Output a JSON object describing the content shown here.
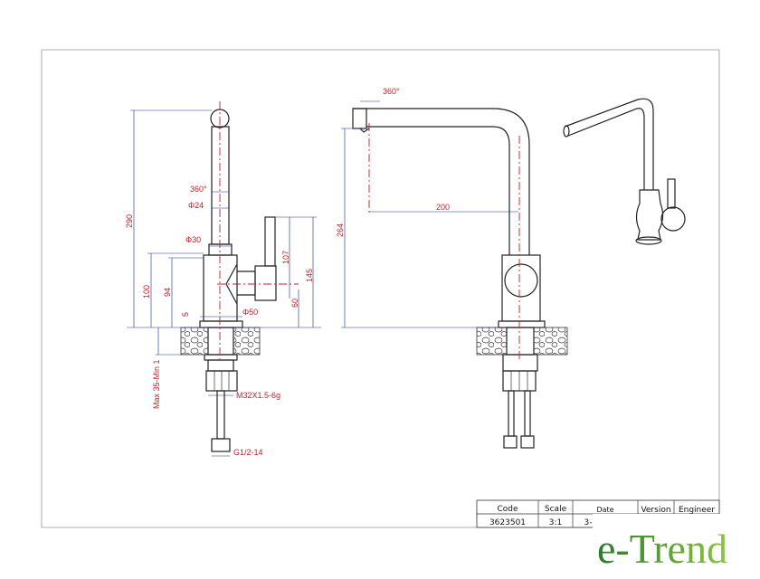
{
  "drawing": {
    "side_view": {
      "dims": {
        "height_total": "290",
        "height_body": "100",
        "height_94": "94",
        "height_5": "5",
        "rotation": "360°",
        "dia_spout": "Φ24",
        "dia_collar": "Φ30",
        "dia_base": "Φ50",
        "lever_107": "107",
        "lever_145": "145",
        "lever_60": "60",
        "deck_thickness": "Max 35-Min 1",
        "thread": "M32X1.5-6g",
        "hose_thread": "G1/2-14"
      }
    },
    "front_view": {
      "dims": {
        "rotation": "360°",
        "spout_height": "264",
        "reach": "200"
      }
    }
  },
  "title_block": {
    "headers": [
      "Code",
      "Scale",
      "Date",
      "Version",
      "Engineer"
    ],
    "values": [
      "3623501",
      "3:1",
      "3-"
    ]
  },
  "logo": {
    "text": "e-Trend",
    "color": "#3a8a2a"
  }
}
